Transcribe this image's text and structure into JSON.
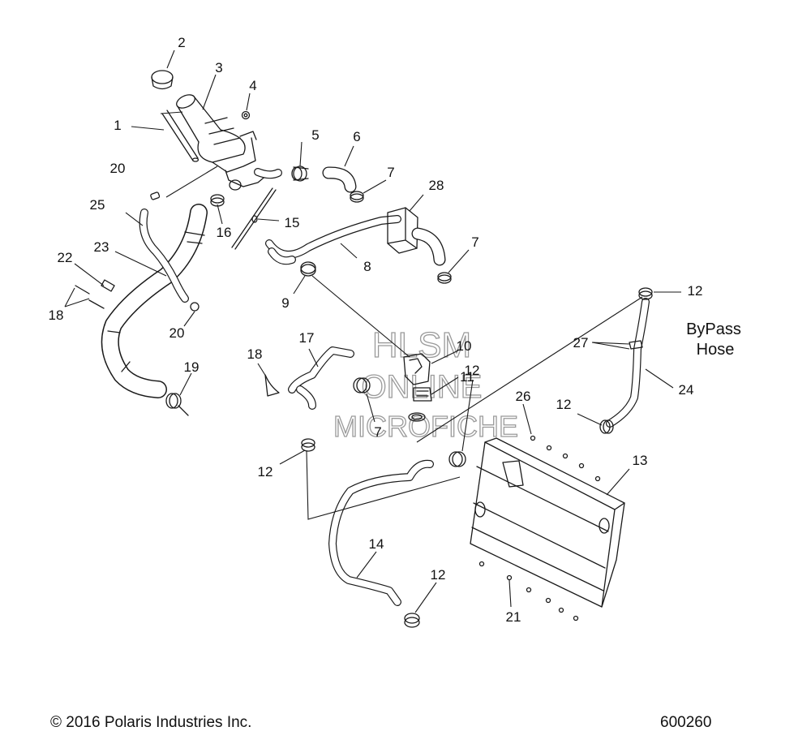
{
  "callouts": {
    "c1": "1",
    "c2": "2",
    "c3": "3",
    "c4": "4",
    "c5": "5",
    "c6": "6",
    "c7a": "7",
    "c7b": "7",
    "c7c": "7",
    "c8": "8",
    "c9": "9",
    "c10": "10",
    "c11": "11",
    "c12a": "12",
    "c12b": "12",
    "c12c": "12",
    "c12d": "12",
    "c12e": "12",
    "c13": "13",
    "c14": "14",
    "c15": "15",
    "c16": "16",
    "c17": "17",
    "c18a": "18",
    "c18b": "18",
    "c19": "19",
    "c20a": "20",
    "c20b": "20",
    "c21": "21",
    "c22": "22",
    "c23": "23",
    "c24": "24",
    "c25": "25",
    "c26": "26",
    "c27": "27",
    "c28": "28"
  },
  "note": {
    "line1": "ByPass",
    "line2": "Hose"
  },
  "watermark": {
    "line1": "HLSM",
    "line2": "ONLINE",
    "line3": "MICROFICHE"
  },
  "footer": {
    "copyright": "© 2016 Polaris Industries Inc.",
    "drawing_number": "600260"
  }
}
